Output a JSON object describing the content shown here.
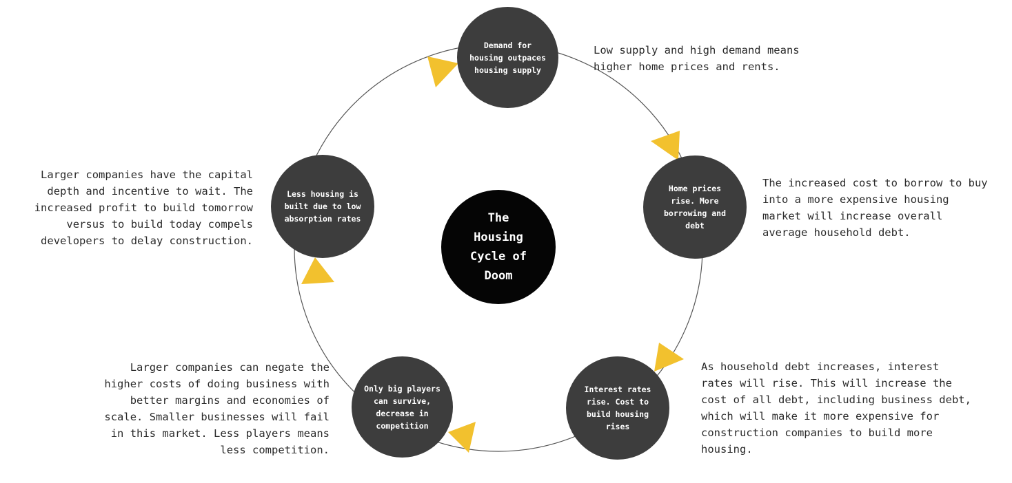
{
  "center": {
    "label": "The Housing Cycle of Doom"
  },
  "colors": {
    "node_fill": "#3d3d3d",
    "center_fill": "#050505",
    "arrow": "#f2c12e",
    "ring_line": "#555555",
    "text": "#2a2a2a"
  },
  "nodes": [
    {
      "label": "Demand for housing outpaces housing supply"
    },
    {
      "label": "Home prices rise. More borrowing and debt"
    },
    {
      "label": "Interest rates rise. Cost to build housing rises"
    },
    {
      "label": "Only big players can survive, decrease in competition"
    },
    {
      "label": "Less housing is built due to low absorption rates"
    }
  ],
  "notes": [
    {
      "text": "Low supply and high demand means higher home prices and rents."
    },
    {
      "text": "The increased cost to borrow to buy into a more expensive housing market will increase overall average household debt."
    },
    {
      "text": "As household debt increases, interest rates will rise. This will increase the cost of all debt, including business debt, which will make it more expensive for construction companies to build more housing."
    },
    {
      "text": "Larger companies can negate the higher costs of doing business with better margins and economies of scale. Smaller businesses will fail in this market. Less players means less competition."
    },
    {
      "text": "Larger companies have the capital depth and incentive to wait. The increased profit to build tomorrow versus to build today compels developers to delay construction."
    }
  ]
}
